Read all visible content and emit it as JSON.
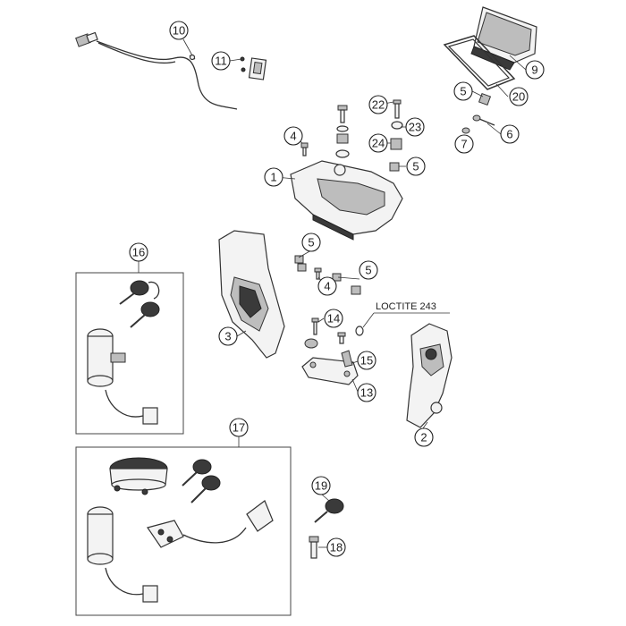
{
  "callouts": {
    "c1": "1",
    "c2": "2",
    "c3": "3",
    "c4a": "4",
    "c4b": "4",
    "c5a": "5",
    "c5b": "5",
    "c5c": "5",
    "c5d": "5",
    "c6": "6",
    "c7": "7",
    "c9": "9",
    "c10": "10",
    "c11": "11",
    "c13": "13",
    "c14": "14",
    "c15": "15",
    "c16": "16",
    "c17": "17",
    "c18": "18",
    "c19": "19",
    "c20": "20",
    "c22": "22",
    "c23": "23",
    "c24": "24"
  },
  "annotations": {
    "loctite": "LOCTITE 243"
  }
}
